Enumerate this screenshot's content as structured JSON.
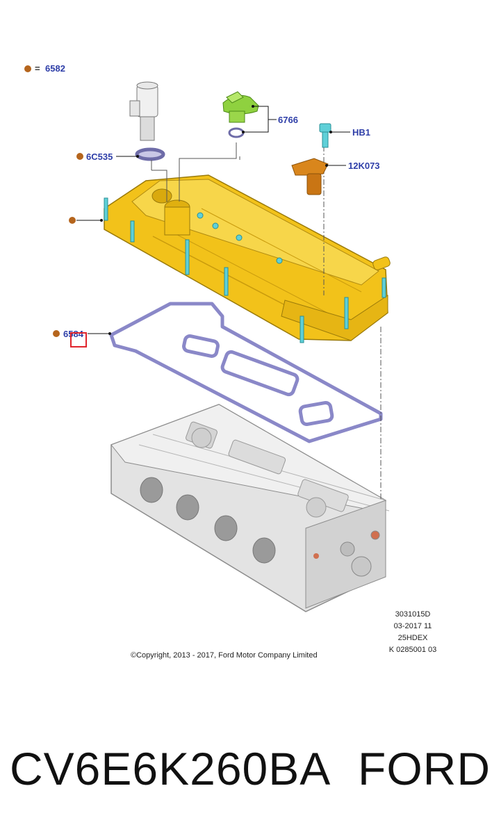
{
  "legend": {
    "symbol": "=",
    "ref": "6582"
  },
  "callouts": {
    "solenoid_seal": "6C535",
    "oil_cap": "6766",
    "bolt": "HB1",
    "sensor": "12K073",
    "gasket": "6584"
  },
  "meta": {
    "line1": "3031015D",
    "line2": "03-2017 11",
    "line3": "25HDEX",
    "line4": "K 0285001 03"
  },
  "copyright": "©Copyright, 2013 - 2017, Ford Motor Company Limited",
  "footer": {
    "part_number": "CV6E6K260BA",
    "brand": "FORD"
  },
  "colors": {
    "callout_text": "#2e3ea8",
    "dot": "#b5651d",
    "cover": "#f2c21a",
    "gasket": "#8a88c8",
    "cap": "#8fd13f",
    "sensor": "#d9861c",
    "bolt": "#5fd0d8",
    "highlight": "#e0242b"
  }
}
